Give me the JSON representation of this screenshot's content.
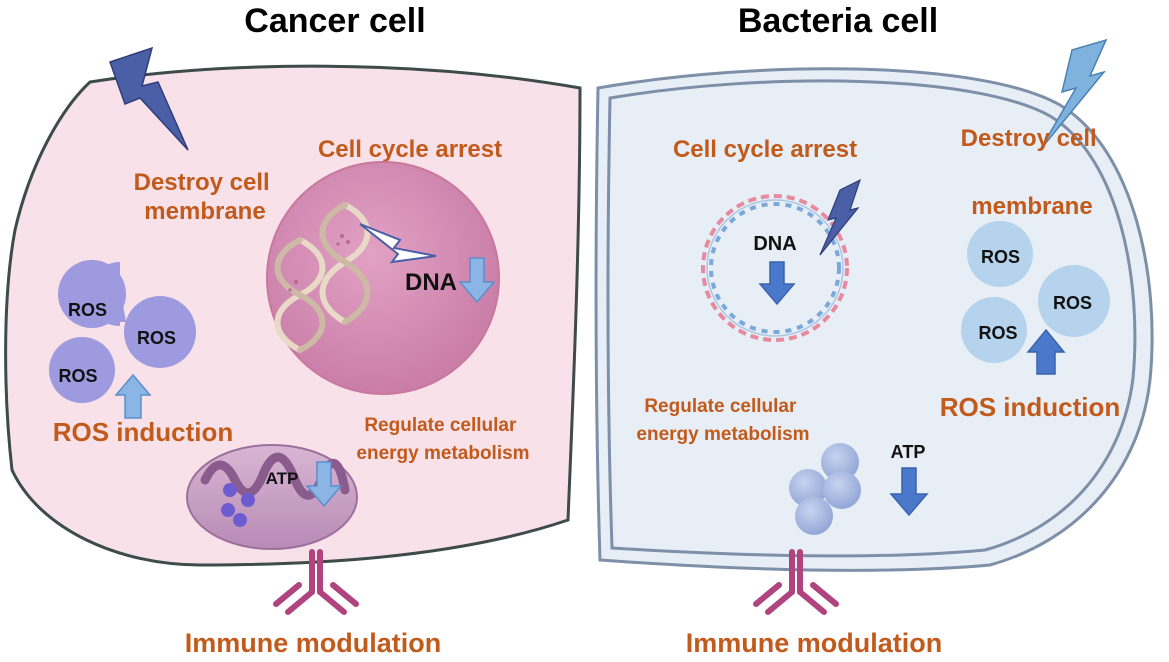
{
  "cancer": {
    "title": "Cancer cell",
    "membrane_line1": "Destroy cell",
    "membrane_line2": "membrane",
    "cycle": "Cell cycle arrest",
    "dna": "DNA",
    "ros": [
      "ROS",
      "ROS",
      "ROS"
    ],
    "ros_induction": "ROS induction",
    "energy_line1": "Regulate cellular",
    "energy_line2": "energy metabolism",
    "atp": "ATP",
    "immune": "Immune modulation"
  },
  "bacteria": {
    "title": "Bacteria cell",
    "membrane_line1": "Destroy cell",
    "membrane_line2": "membrane",
    "cycle": "Cell cycle arrest",
    "dna": "DNA",
    "ros": [
      "ROS",
      "ROS",
      "ROS"
    ],
    "ros_induction": "ROS induction",
    "energy_line1": "Regulate cellular",
    "energy_line2": "energy metabolism",
    "atp": "ATP",
    "immune": "Immune modulation"
  },
  "colors": {
    "label_orange": "#c25a1c",
    "cancer_fill": "#f8e1e8",
    "bacteria_fill": "#e8eef5",
    "ros_cancer": "#9d9ae0",
    "ros_bacteria": "#b5d3ec",
    "arrow_blue": "#4a79cc",
    "antibody": "#b0447f"
  },
  "icons": [
    "lightning-icon",
    "dna-helix-icon",
    "mitochondrion-icon",
    "antibody-icon",
    "up-arrow-icon",
    "down-arrow-icon"
  ]
}
